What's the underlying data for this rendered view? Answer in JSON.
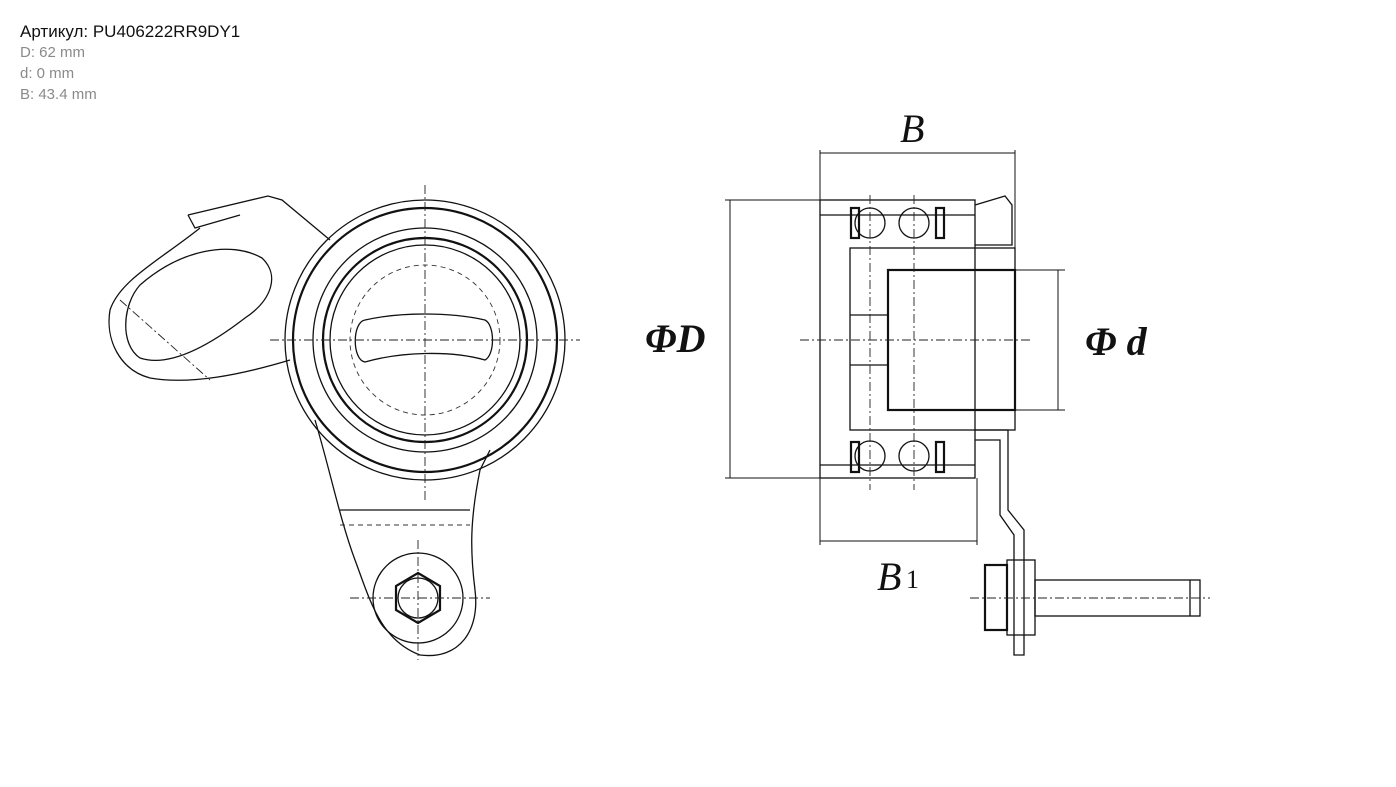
{
  "product": {
    "article": "Артикул: PU406222RR9DY1",
    "specs": [
      "D: 62 mm",
      "d: 0 mm",
      "B: 43.4 mm"
    ]
  },
  "drawing": {
    "labels": {
      "B": "B",
      "D": "ΦD",
      "d": "Φ d",
      "B1_main": "B",
      "B1_sub": "1"
    }
  }
}
